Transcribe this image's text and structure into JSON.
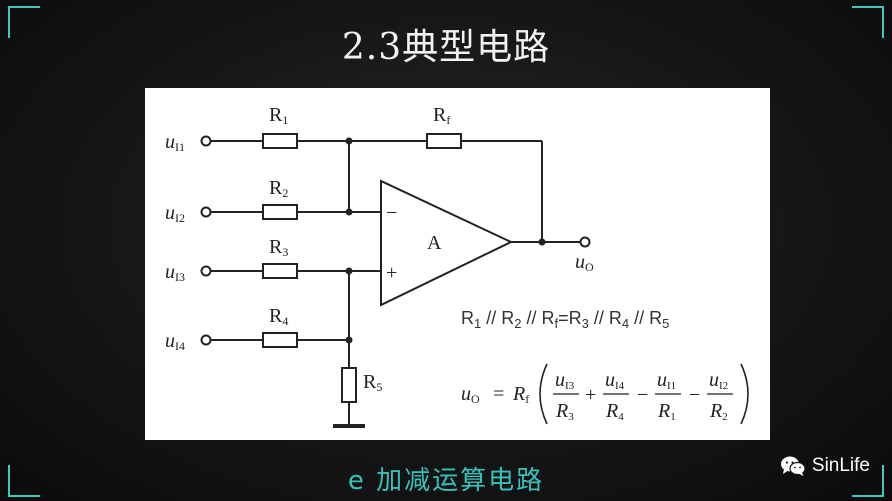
{
  "title": "2.3典型电路",
  "caption": "e 加减运算电路",
  "brand": {
    "name": "SinLife",
    "icon": "wechat-icon"
  },
  "circuit": {
    "inputs": [
      {
        "main": "u",
        "sub": "I1"
      },
      {
        "main": "u",
        "sub": "I2"
      },
      {
        "main": "u",
        "sub": "I3"
      },
      {
        "main": "u",
        "sub": "I4"
      }
    ],
    "resistors": [
      {
        "main": "R",
        "sub": "1"
      },
      {
        "main": "R",
        "sub": "2"
      },
      {
        "main": "R",
        "sub": "3"
      },
      {
        "main": "R",
        "sub": "4"
      },
      {
        "main": "R",
        "sub": "5"
      }
    ],
    "feedback": {
      "main": "R",
      "sub": "f"
    },
    "amp_label": "A",
    "minus": "−",
    "plus": "+",
    "output": {
      "main": "u",
      "sub": "O"
    }
  },
  "condition": {
    "parts": [
      {
        "main": "R",
        "sub": "1"
      },
      {
        "sep": " // "
      },
      {
        "main": "R",
        "sub": "2"
      },
      {
        "sep": " // "
      },
      {
        "main": "R",
        "sub": "f"
      },
      {
        "sep": "="
      },
      {
        "main": "R",
        "sub": "3"
      },
      {
        "sep": " // "
      },
      {
        "main": "R",
        "sub": "4"
      },
      {
        "sep": " // "
      },
      {
        "main": "R",
        "sub": "5"
      }
    ]
  },
  "formula": {
    "lhs": {
      "main": "u",
      "sub": "O"
    },
    "eq": "=",
    "coef": {
      "main": "R",
      "sub": "f"
    },
    "terms": [
      {
        "sign": "",
        "num": {
          "main": "u",
          "sub": "I3"
        },
        "den": {
          "main": "R",
          "sub": "3"
        }
      },
      {
        "sign": "+",
        "num": {
          "main": "u",
          "sub": "I4"
        },
        "den": {
          "main": "R",
          "sub": "4"
        }
      },
      {
        "sign": "−",
        "num": {
          "main": "u",
          "sub": "I1"
        },
        "den": {
          "main": "R",
          "sub": "1"
        }
      },
      {
        "sign": "−",
        "num": {
          "main": "u",
          "sub": "I2"
        },
        "den": {
          "main": "R",
          "sub": "2"
        }
      }
    ]
  }
}
